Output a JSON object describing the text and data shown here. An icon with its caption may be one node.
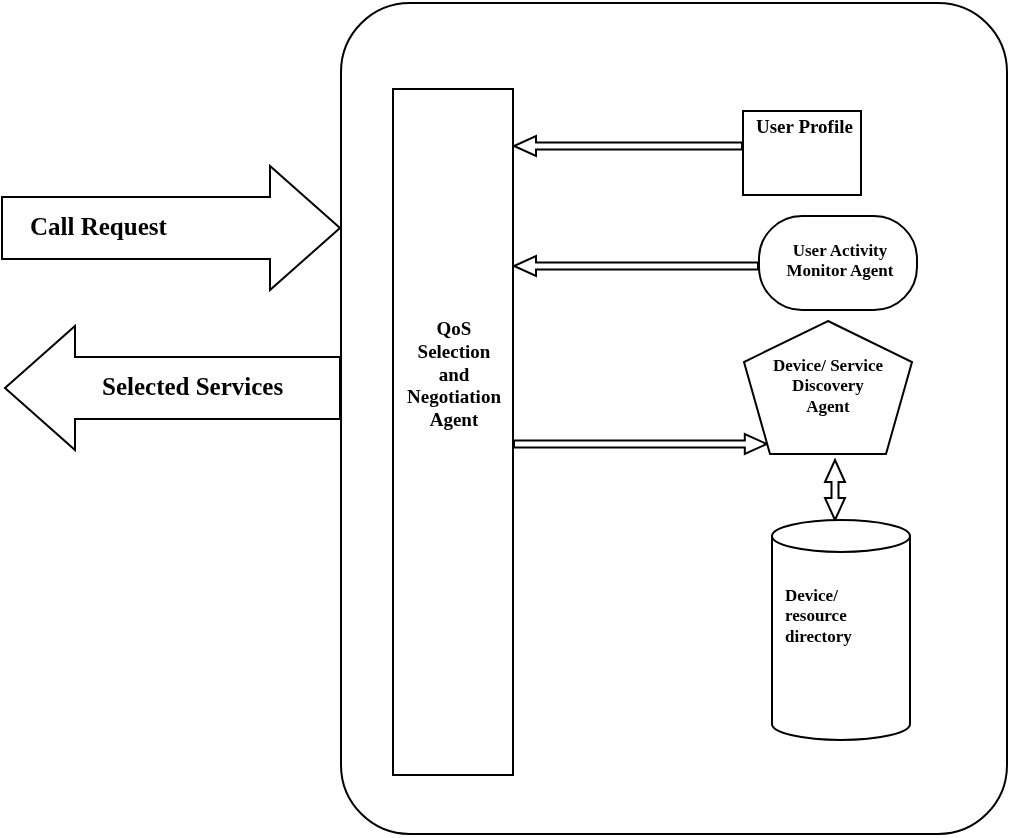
{
  "diagram": {
    "nodes": [
      {
        "text": [],
        "shape": "box"
      },
      {
        "text": [
          "QoS Selection and Negotiation Agent"
        ],
        "in": 0
      },
      {
        "text": [
          "User Profile"
        ],
        "in": 0
      },
      {
        "text": [
          "User Activity Monitor Agent"
        ],
        "in": 0
      },
      {
        "text": [
          "Device/ Service Discovery Agent"
        ],
        "in": 0
      },
      {
        "text": [
          "Device/ resource directory"
        ],
        "in": 0
      }
    ],
    "edges": [
      {
        "from": null,
        "to": 0,
        "arrow": "to",
        "label": "Call Request",
        "style": "thick"
      },
      {
        "from": 0,
        "to": null,
        "arrow": "to",
        "label": "Selected Services",
        "style": "thick"
      },
      {
        "from": 2,
        "to": 1,
        "arrow": "to"
      },
      {
        "from": 3,
        "to": 1,
        "arrow": "to"
      },
      {
        "from": 1,
        "to": 4,
        "arrow": "to"
      },
      {
        "from": 4,
        "to": 5,
        "arrow": "both"
      }
    ]
  }
}
